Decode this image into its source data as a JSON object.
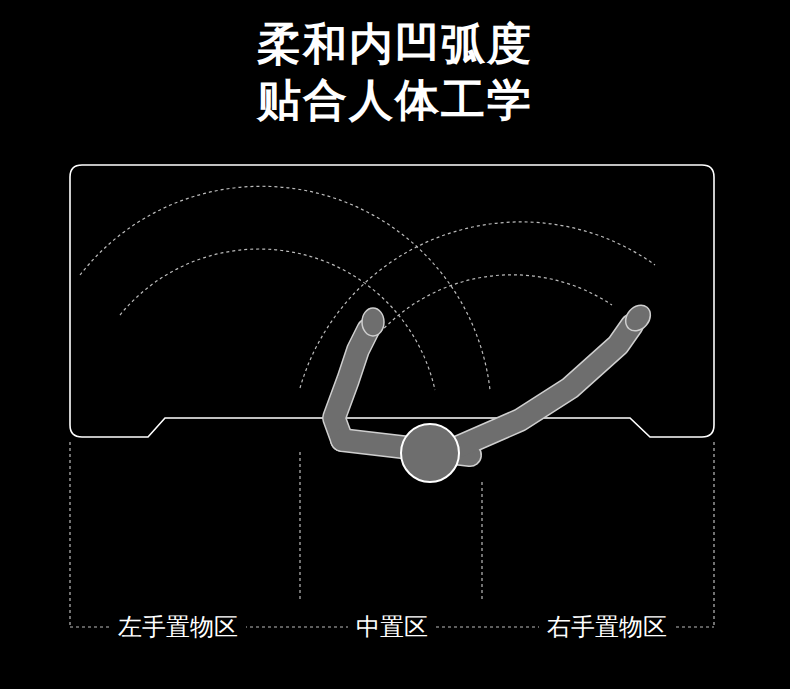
{
  "diagram": {
    "title": "柔和内凹弧度 贴合人体工学",
    "labels": [
      "左手置物区",
      "中置区",
      "右手置物区"
    ]
  }
}
